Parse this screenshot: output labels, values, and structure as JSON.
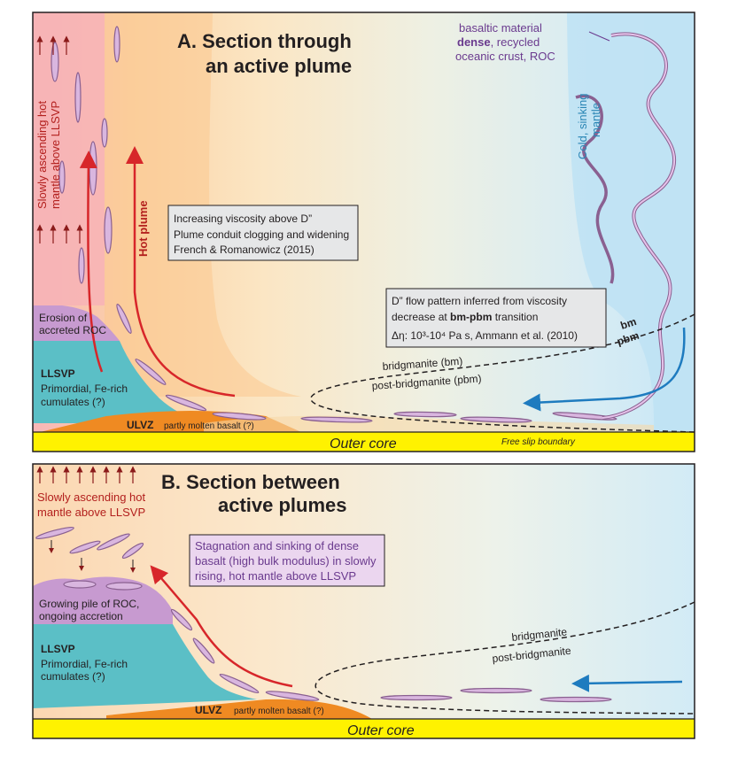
{
  "panel_a": {
    "title_line1": "A. Section through",
    "title_line2": "an active plume",
    "ascending_line1": "Slowly ascending hot",
    "ascending_line2": "mantle above LLSVP",
    "hot_plume": "Hot plume",
    "basaltic_line1": "basaltic material",
    "basaltic_dense": "dense",
    "basaltic_line2_rest": ", recycled",
    "basaltic_line3": "oceanic crust, ROC",
    "cold_line1": "Cold, sinking",
    "cold_line2": "mantle",
    "viscosity_box_line1": "Increasing viscosity above D”",
    "viscosity_box_line2": "Plume conduit clogging and widening",
    "viscosity_box_line3": "French & Romanowicz (2015)",
    "flow_box_line1": "D” flow pattern inferred from viscosity",
    "flow_box_line2_pre": "decrease at ",
    "flow_box_line2_bold": "bm-pbm",
    "flow_box_line2_post": " transition",
    "flow_box_line3": "Δη: 10³-10⁴ Pa s, Ammann et al. (2010)",
    "bm": "bm",
    "pbm": "pbm",
    "bridgmanite": "bridgmanite (bm)",
    "post_bridgmanite": "post-bridgmanite (pbm)",
    "erosion_line1": "Erosion of",
    "erosion_line2": "accreted ROC",
    "llsvp": "LLSVP",
    "llsvp_desc1": "Primordial, Fe-rich",
    "llsvp_desc2": "cumulates (?)",
    "ulvz": "ULVZ",
    "ulvz_desc": "partly molten basalt (?)",
    "outer_core": "Outer core",
    "free_slip": "Free slip boundary"
  },
  "panel_b": {
    "title_line1": "B. Section between",
    "title_line2": "active plumes",
    "ascending_line1": "Slowly ascending hot",
    "ascending_line2": "mantle above LLSVP",
    "stagnation_line1": "Stagnation and sinking of dense",
    "stagnation_line2": "basalt (high bulk modulus) in slowly",
    "stagnation_line3": "rising, hot mantle above LLSVP",
    "growing_line1": "Growing pile of ROC,",
    "growing_line2": "ongoing accretion",
    "llsvp": "LLSVP",
    "llsvp_desc1": "Primordial, Fe-rich",
    "llsvp_desc2": "cumulates (?)",
    "bridgmanite": "bridgmanite",
    "post_bridgmanite": "post-bridgmanite",
    "ulvz": "ULVZ",
    "ulvz_desc": "partly molten basalt (?)",
    "outer_core": "Outer core"
  },
  "colors": {
    "llsvp": "#5bbfc6",
    "roc": "#c79ad0",
    "ulvz": "#ef8a22",
    "core": "#fff200",
    "hot": "#f7a9b0",
    "cold": "#cce9f7",
    "plume_arrow": "#d7262a",
    "flow_arrow": "#1e7bbf"
  }
}
